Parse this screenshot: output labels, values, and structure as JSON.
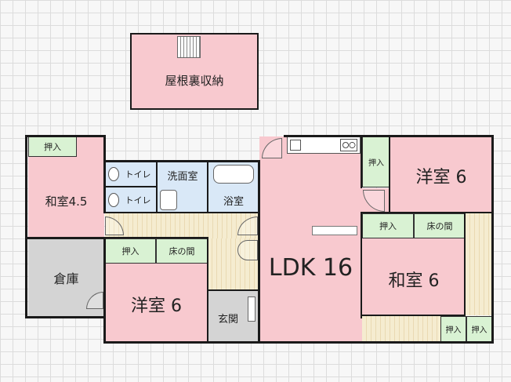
{
  "rooms": {
    "attic": "屋根裏収納",
    "washitsu_small": "和室4.5",
    "oshiire_a": "押入",
    "toilet_1": "トイレ",
    "toilet_2": "トイレ",
    "washroom": "洗面室",
    "bath": "浴室",
    "storage": "倉庫",
    "oshiire_b": "押入",
    "tokonoma_a": "床の間",
    "youshitsu_left": "洋室 6",
    "entrance": "玄関",
    "ldk": "LDK 16",
    "oshiire_c": "押入",
    "youshitsu_right": "洋室 6",
    "oshiire_d": "押入",
    "tokonoma_b": "床の間",
    "washitsu_right": "和室 6",
    "oshiire_e": "押入",
    "oshiire_f": "押入"
  },
  "colors": {
    "room": "#f8c9cf",
    "wet_area": "#d9e8f7",
    "storage": "#d4d4d4",
    "closet": "#d9f2d3",
    "corridor": "#f5ecd0",
    "wall": "#1a1a1a"
  }
}
